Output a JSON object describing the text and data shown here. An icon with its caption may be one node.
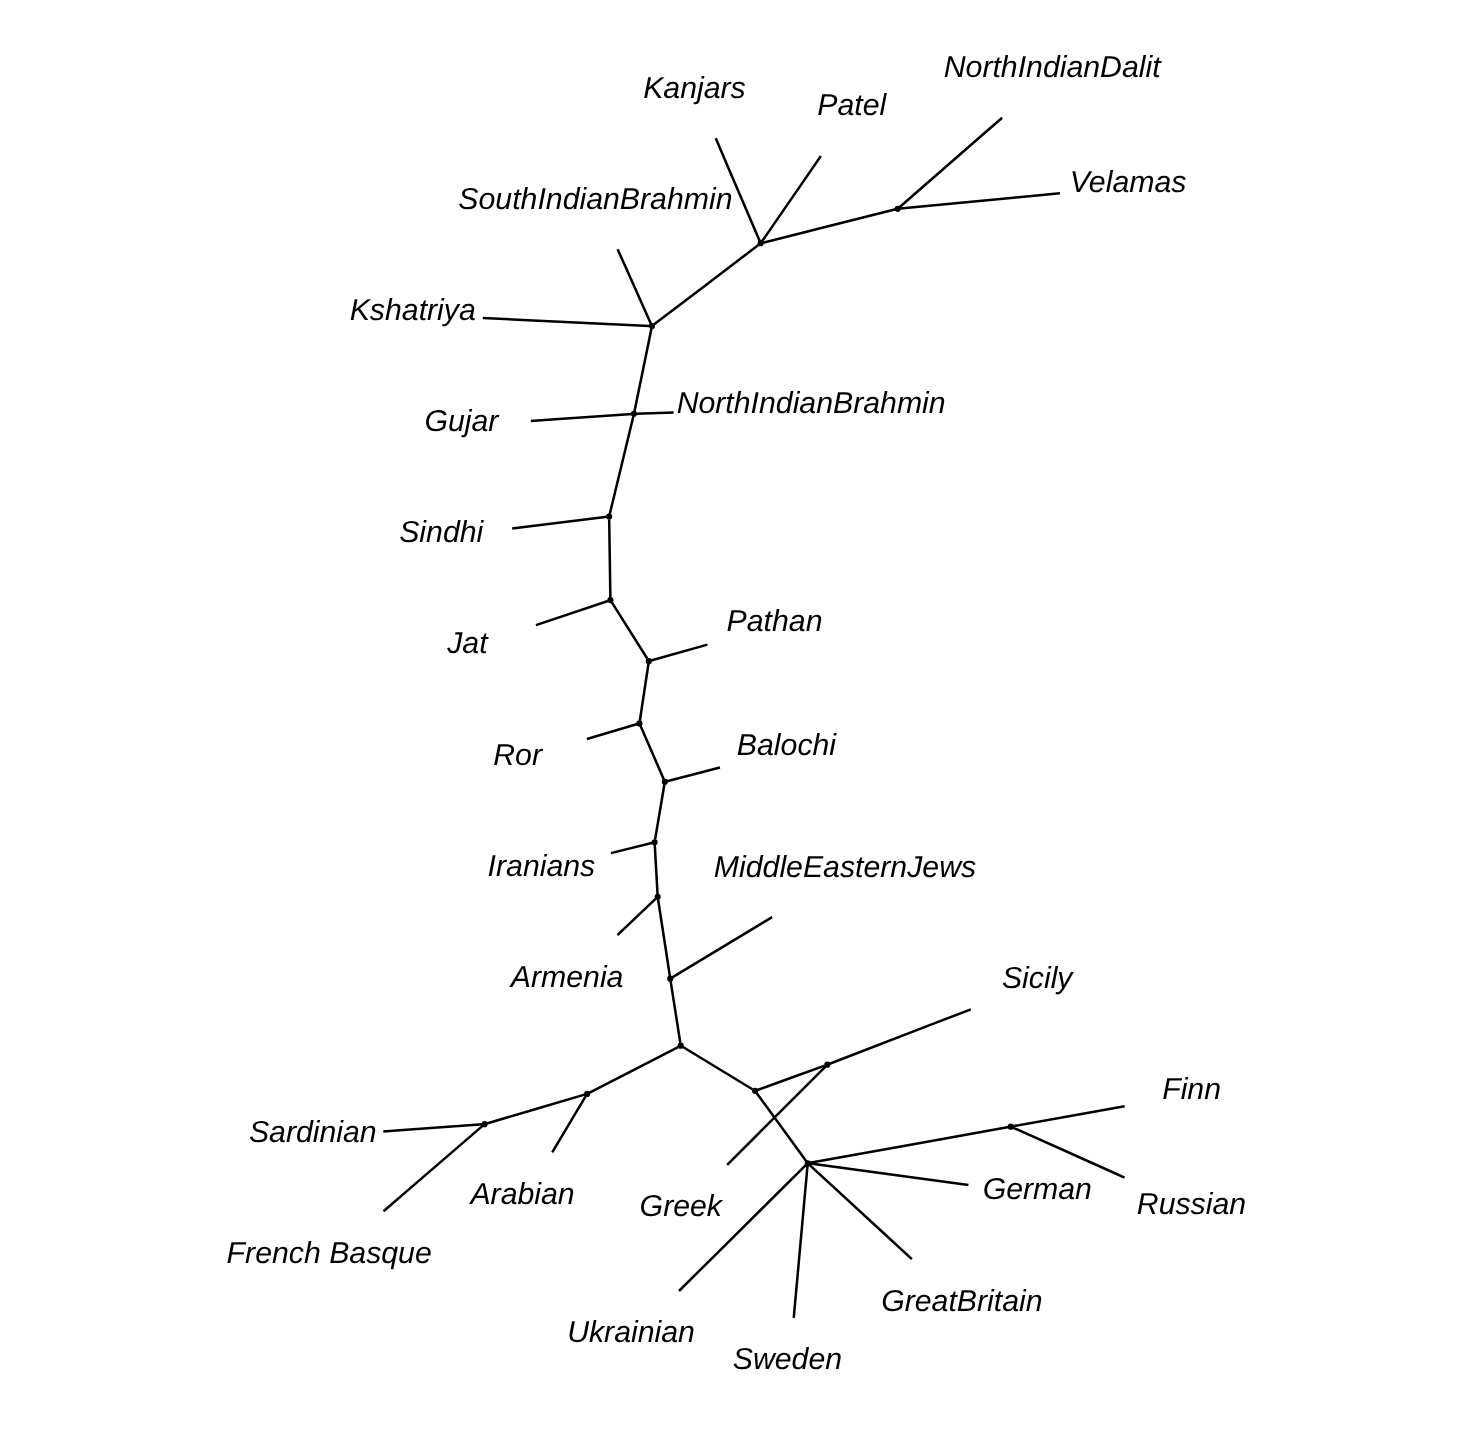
{
  "diagram": {
    "nodes": [
      {
        "text": [
          "Sardinian"
        ]
      },
      {
        "text": [
          "Arabian"
        ]
      },
      {
        "text": [
          "French Basque"
        ]
      },
      {
        "text": [
          "MiddleEasternJews"
        ]
      },
      {
        "text": [
          "Sicily"
        ]
      },
      {
        "text": [
          "Greek"
        ]
      },
      {
        "text": [
          "Armenia"
        ]
      },
      {
        "text": [
          "German"
        ]
      },
      {
        "text": [
          "Ukrainian"
        ]
      },
      {
        "text": [
          "GreatBritain"
        ]
      },
      {
        "text": [
          "Sweden"
        ]
      },
      {
        "text": [
          "Iranians"
        ]
      },
      {
        "text": [
          "Russian"
        ]
      },
      {
        "text": [
          "Finn"
        ]
      },
      {
        "text": [
          "Balochi"
        ]
      },
      {
        "text": [
          "Ror"
        ]
      },
      {
        "text": [
          "Pathan"
        ]
      },
      {
        "text": [
          "Jat"
        ]
      },
      {
        "text": [
          "Sindhi"
        ]
      },
      {
        "text": [
          "Gujar"
        ]
      },
      {
        "text": [
          "NorthIndianBrahmin"
        ]
      },
      {
        "text": [
          "Kshatriya"
        ]
      },
      {
        "text": [
          "SouthIndianBrahmin"
        ]
      },
      {
        "text": [
          "Patel"
        ]
      },
      {
        "text": [
          "Kanjars"
        ]
      },
      {
        "text": [
          "Velamas"
        ]
      },
      {
        "text": [
          "NorthIndianDalit"
        ]
      },
      {
        "text": [],
        "shape": "dot"
      },
      {
        "text": [],
        "shape": "dot"
      },
      {
        "text": [],
        "shape": "dot"
      },
      {
        "text": [],
        "shape": "dot"
      },
      {
        "text": [],
        "shape": "dot"
      },
      {
        "text": [],
        "shape": "dot"
      },
      {
        "text": [],
        "shape": "dot"
      },
      {
        "text": [],
        "shape": "dot"
      },
      {
        "text": [],
        "shape": "dot"
      },
      {
        "text": [],
        "shape": "dot"
      },
      {
        "text": [],
        "shape": "dot"
      },
      {
        "text": [],
        "shape": "dot"
      },
      {
        "text": [],
        "shape": "dot"
      },
      {
        "text": [],
        "shape": "dot"
      },
      {
        "text": [],
        "shape": "dot"
      },
      {
        "text": [],
        "shape": "dot"
      },
      {
        "text": [],
        "shape": "dot"
      },
      {
        "text": [],
        "shape": "dot"
      },
      {
        "text": [],
        "shape": "dot"
      }
    ],
    "edges": [
      {
        "from": 27,
        "to": 28,
        "arrow": "none"
      },
      {
        "from": 28,
        "to": 1,
        "arrow": "none"
      },
      {
        "from": 28,
        "to": 29,
        "arrow": "none"
      },
      {
        "from": 29,
        "to": 0,
        "arrow": "none"
      },
      {
        "from": 29,
        "to": 2,
        "arrow": "none"
      },
      {
        "from": 27,
        "to": 30,
        "arrow": "none"
      },
      {
        "from": 30,
        "to": 31,
        "arrow": "none"
      },
      {
        "from": 31,
        "to": 4,
        "arrow": "none"
      },
      {
        "from": 31,
        "to": 5,
        "arrow": "none"
      },
      {
        "from": 30,
        "to": 32,
        "arrow": "none"
      },
      {
        "from": 32,
        "to": 7,
        "arrow": "none"
      },
      {
        "from": 32,
        "to": 8,
        "arrow": "none"
      },
      {
        "from": 32,
        "to": 9,
        "arrow": "none"
      },
      {
        "from": 32,
        "to": 10,
        "arrow": "none"
      },
      {
        "from": 32,
        "to": 33,
        "arrow": "none"
      },
      {
        "from": 33,
        "to": 12,
        "arrow": "none"
      },
      {
        "from": 33,
        "to": 13,
        "arrow": "none"
      },
      {
        "from": 27,
        "to": 34,
        "arrow": "none"
      },
      {
        "from": 34,
        "to": 3,
        "arrow": "none"
      },
      {
        "from": 34,
        "to": 35,
        "arrow": "none"
      },
      {
        "from": 35,
        "to": 6,
        "arrow": "none"
      },
      {
        "from": 35,
        "to": 36,
        "arrow": "none"
      },
      {
        "from": 36,
        "to": 11,
        "arrow": "none"
      },
      {
        "from": 36,
        "to": 37,
        "arrow": "none"
      },
      {
        "from": 37,
        "to": 14,
        "arrow": "none"
      },
      {
        "from": 37,
        "to": 38,
        "arrow": "none"
      },
      {
        "from": 38,
        "to": 15,
        "arrow": "none"
      },
      {
        "from": 38,
        "to": 39,
        "arrow": "none"
      },
      {
        "from": 39,
        "to": 16,
        "arrow": "none"
      },
      {
        "from": 39,
        "to": 40,
        "arrow": "none"
      },
      {
        "from": 40,
        "to": 17,
        "arrow": "none"
      },
      {
        "from": 40,
        "to": 41,
        "arrow": "none"
      },
      {
        "from": 41,
        "to": 18,
        "arrow": "none"
      },
      {
        "from": 41,
        "to": 42,
        "arrow": "none"
      },
      {
        "from": 42,
        "to": 19,
        "arrow": "none"
      },
      {
        "from": 42,
        "to": 20,
        "arrow": "none"
      },
      {
        "from": 42,
        "to": 43,
        "arrow": "none"
      },
      {
        "from": 43,
        "to": 21,
        "arrow": "none"
      },
      {
        "from": 43,
        "to": 22,
        "arrow": "none"
      },
      {
        "from": 43,
        "to": 44,
        "arrow": "none"
      },
      {
        "from": 44,
        "to": 23,
        "arrow": "none"
      },
      {
        "from": 44,
        "to": 24,
        "arrow": "none"
      },
      {
        "from": 44,
        "to": 45,
        "arrow": "none"
      },
      {
        "from": 45,
        "to": 25,
        "arrow": "none"
      },
      {
        "from": 45,
        "to": 26,
        "arrow": "none"
      }
    ]
  }
}
